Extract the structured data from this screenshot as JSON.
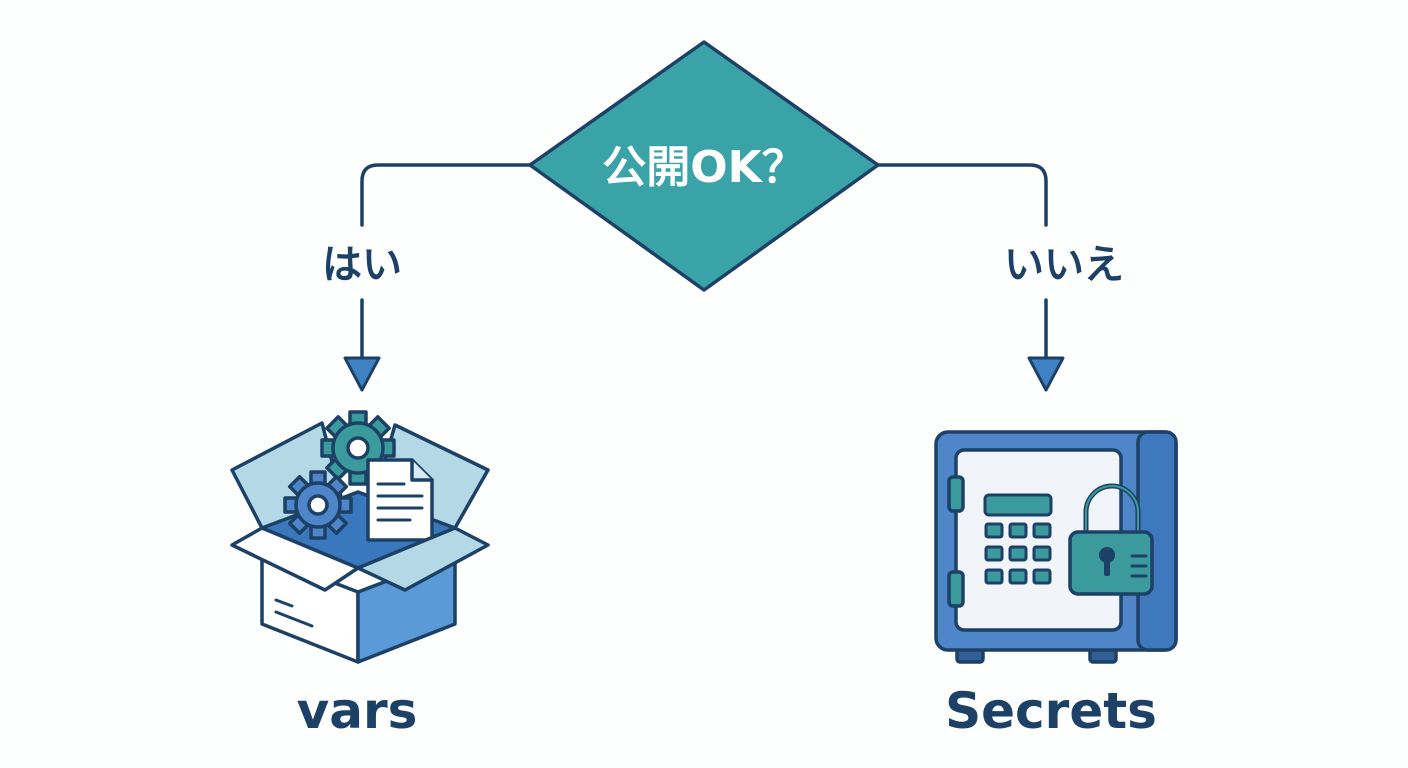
{
  "decision": {
    "question": "公開OK？"
  },
  "branches": {
    "yes": {
      "label": "はい",
      "result": "vars",
      "icon": "open-box-with-gears-and-document-icon"
    },
    "no": {
      "label": "いいえ",
      "result": "Secrets",
      "icon": "safe-with-keypad-and-padlock-icon"
    }
  },
  "colors": {
    "outline": "#1d4166",
    "decision_fill": "#3aa3a8",
    "box_front": "#5a9ad6",
    "box_light": "#b3d8e6",
    "teal": "#3a9a9c",
    "safe_blue": "#4e86c9",
    "safe_dark": "#3e78bd",
    "safe_door": "#f1f5fa",
    "text": "#1d4166",
    "background": "#fdfefe"
  }
}
